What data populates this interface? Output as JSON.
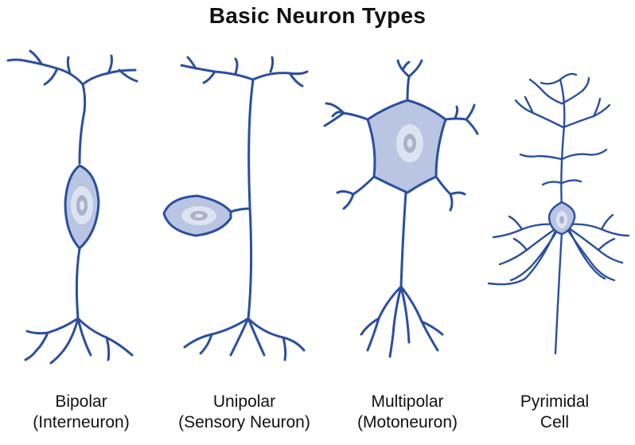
{
  "title": "Basic Neuron Types",
  "neurons": [
    {
      "line1": "Bipolar",
      "line2": "(Interneuron)"
    },
    {
      "line1": "Unipolar",
      "line2": "(Sensory Neuron)"
    },
    {
      "line1": "Multipolar",
      "line2": "(Motoneuron)"
    },
    {
      "line1": "Pyrimidal",
      "line2": "Cell"
    }
  ],
  "colors": {
    "stroke": "#2b4f9e",
    "body_fill": "#b9c5e2",
    "nucleus_outer": "#dde3f1",
    "nucleus_inner": "#a9b2c8"
  }
}
